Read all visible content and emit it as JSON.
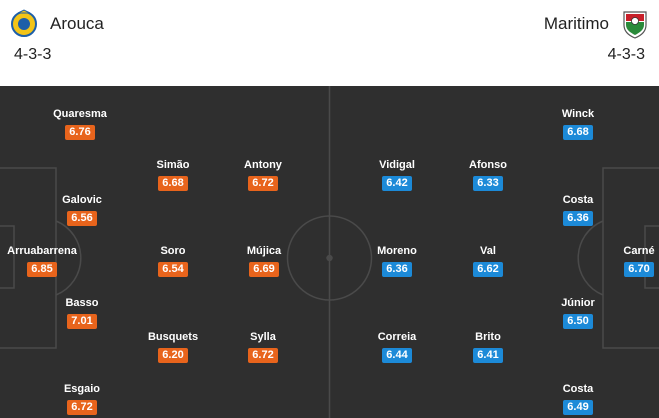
{
  "home": {
    "name": "Arouca",
    "formation": "4-3-3",
    "colors": {
      "crest_primary": "#f2c418",
      "crest_secondary": "#1d5fa8",
      "rating_bg": "#e8641c"
    },
    "players": [
      {
        "name": "Quaresma",
        "rating": "6.76"
      },
      {
        "name": "Simão",
        "rating": "6.68"
      },
      {
        "name": "Antony",
        "rating": "6.72"
      },
      {
        "name": "Galovic",
        "rating": "6.56"
      },
      {
        "name": "Arruabarrena",
        "rating": "6.85"
      },
      {
        "name": "Soro",
        "rating": "6.54"
      },
      {
        "name": "Mújica",
        "rating": "6.69"
      },
      {
        "name": "Basso",
        "rating": "7.01"
      },
      {
        "name": "Busquets",
        "rating": "6.20"
      },
      {
        "name": "Sylla",
        "rating": "6.72"
      },
      {
        "name": "Esgaio",
        "rating": "6.72"
      }
    ]
  },
  "away": {
    "name": "Maritimo",
    "formation": "4-3-3",
    "colors": {
      "crest_primary": "#c8202a",
      "crest_secondary": "#2a8a3a",
      "rating_bg": "#1c8ad8"
    },
    "players": [
      {
        "name": "Winck",
        "rating": "6.68"
      },
      {
        "name": "Vidigal",
        "rating": "6.42"
      },
      {
        "name": "Afonso",
        "rating": "6.33"
      },
      {
        "name": "Costa",
        "rating": "6.36"
      },
      {
        "name": "Carné",
        "rating": "6.70"
      },
      {
        "name": "Moreno",
        "rating": "6.36"
      },
      {
        "name": "Val",
        "rating": "6.62"
      },
      {
        "name": "Júnior",
        "rating": "6.50"
      },
      {
        "name": "Correia",
        "rating": "6.44"
      },
      {
        "name": "Brito",
        "rating": "6.41"
      },
      {
        "name": "Costa",
        "rating": "6.49"
      }
    ]
  },
  "pitch": {
    "color": "#2f2f2f",
    "line_color": "#4a4a4a"
  }
}
